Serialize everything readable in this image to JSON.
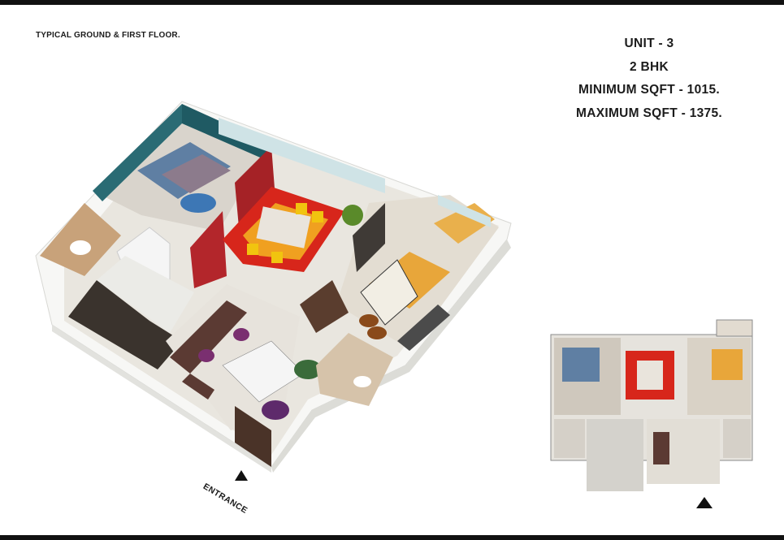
{
  "floor_label": "TYPICAL GROUND & FIRST FLOOR.",
  "unit": {
    "name": "UNIT - 3",
    "type": "2 BHK",
    "min_sqft": "MINIMUM SQFT - 1015.",
    "max_sqft": "MAXIMUM SQFT - 1375."
  },
  "entrance_label": "ENTRANCE",
  "colors": {
    "floor": "#e9e6df",
    "wall": "#f4f4f2",
    "bedroom_wall": "#1f5a63",
    "dining_rug": "#d7261b",
    "accent_red": "#b3262b",
    "sofa": "#5b3a33",
    "bed_yellow": "#e8a63a"
  }
}
